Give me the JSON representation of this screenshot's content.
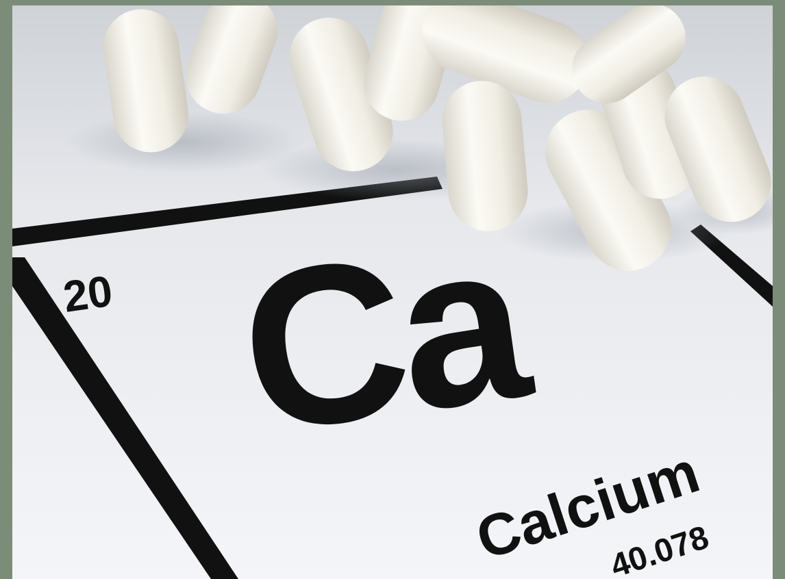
{
  "image": {
    "subject": "calcium-capsules-over-periodic-table-tile",
    "frame_color": "#7b8d78",
    "paper_color": "#f2f3f6",
    "capsule_color": "#f4f2ec",
    "ink_color": "#111111"
  },
  "element_tile": {
    "atomic_number": "20",
    "symbol": "Ca",
    "name": "Calcium",
    "atomic_mass": "40.078"
  },
  "icons": [
    "capsule-icon"
  ]
}
